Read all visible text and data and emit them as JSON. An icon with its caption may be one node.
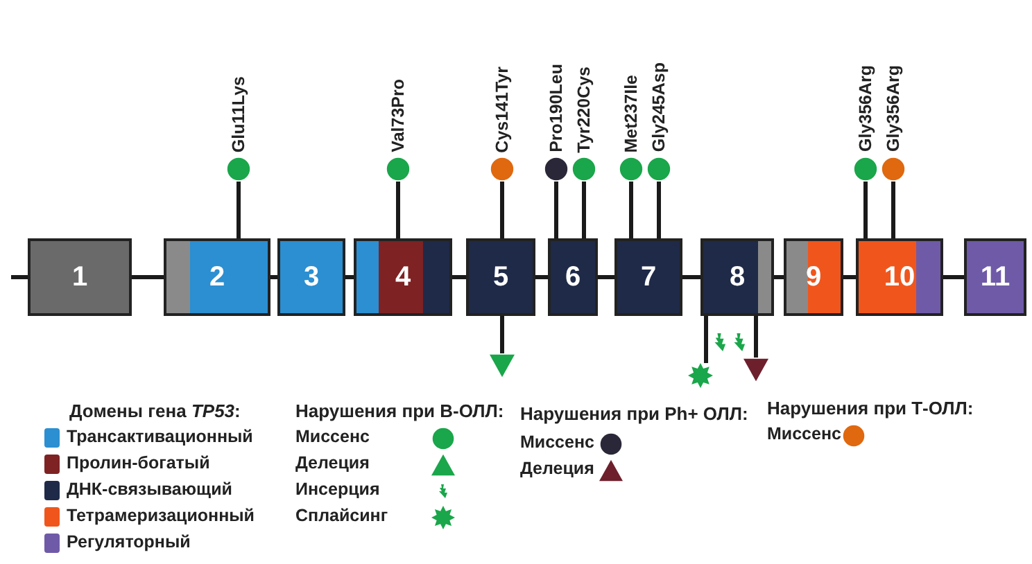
{
  "diagram": {
    "nodes": [
      {
        "text": [
          "1"
        ]
      },
      {
        "text": [
          "2"
        ]
      },
      {
        "text": [
          "3"
        ]
      },
      {
        "text": [
          "4"
        ]
      },
      {
        "text": [
          "5"
        ]
      },
      {
        "text": [
          "6"
        ]
      },
      {
        "text": [
          "7"
        ]
      },
      {
        "text": [
          "8"
        ]
      },
      {
        "text": [
          "9"
        ]
      },
      {
        "text": [
          "10"
        ]
      },
      {
        "text": [
          "11"
        ]
      },
      {
        "text": [
          "Glu11Lys"
        ]
      },
      {
        "text": [
          "Val73Pro"
        ]
      },
      {
        "text": [
          "Cys141Tyr"
        ]
      },
      {
        "text": [
          "Pro190Leu"
        ]
      },
      {
        "text": [
          "Tyr220Cys"
        ]
      },
      {
        "text": [
          "Met237Ile"
        ]
      },
      {
        "text": [
          "Gly245Asp"
        ]
      },
      {
        "text": [
          "Gly356Arg"
        ]
      },
      {
        "text": [
          "Gly356Arg"
        ]
      },
      {
        "text": [],
        "shape": "triangle"
      },
      {
        "text": [],
        "shape": "star"
      },
      {
        "text": [],
        "shape": "lightning"
      },
      {
        "text": [],
        "shape": "lightning"
      },
      {
        "text": [],
        "shape": "triangle"
      }
    ],
    "edges": [
      {
        "from": null,
        "to": 0,
        "arrow": "none"
      },
      {
        "from": 0,
        "to": 1,
        "arrow": "none"
      },
      {
        "from": 1,
        "to": 2,
        "arrow": "none"
      },
      {
        "from": 2,
        "to": 3,
        "arrow": "none"
      },
      {
        "from": 3,
        "to": 4,
        "arrow": "none"
      },
      {
        "from": 4,
        "to": 5,
        "arrow": "none"
      },
      {
        "from": 5,
        "to": 6,
        "arrow": "none"
      },
      {
        "from": 6,
        "to": 7,
        "arrow": "none"
      },
      {
        "from": 7,
        "to": 8,
        "arrow": "none"
      },
      {
        "from": 8,
        "to": 9,
        "arrow": "none"
      },
      {
        "from": 9,
        "to": 10,
        "arrow": "none"
      },
      {
        "from": 11,
        "to": 1,
        "arrow": "none"
      },
      {
        "from": 12,
        "to": 3,
        "arrow": "none"
      },
      {
        "from": 13,
        "to": 4,
        "arrow": "none"
      },
      {
        "from": 14,
        "to": 5,
        "arrow": "none"
      },
      {
        "from": 15,
        "to": 5,
        "arrow": "none"
      },
      {
        "from": 16,
        "to": 6,
        "arrow": "none"
      },
      {
        "from": 17,
        "to": 6,
        "arrow": "none"
      },
      {
        "from": 18,
        "to": 9,
        "arrow": "none"
      },
      {
        "from": 19,
        "to": 9,
        "arrow": "none"
      },
      {
        "from": 4,
        "to": 20,
        "arrow": "none"
      },
      {
        "from": 7,
        "to": 21,
        "arrow": "none"
      },
      {
        "from": 7,
        "to": 24,
        "arrow": "none"
      }
    ],
    "labels": [
      "Домены гена *TP53*:",
      "Нарушения при В-ОЛЛ:",
      "Нарушения при Ph+ ОЛЛ:",
      "Нарушения при Т-ОЛЛ:"
    ],
    "legend": [
      {
        "text": "Трансактивационный",
        "color": "#2b8fd1"
      },
      {
        "text": "Пролин-богатый",
        "color": "#7e2224"
      },
      {
        "text": "ДНК-связывающий",
        "color": "#1f2a48"
      },
      {
        "text": "Тетрамеризационный",
        "color": "#f0561c"
      },
      {
        "text": "Регуляторный",
        "color": "#6f5aa8"
      },
      {
        "text": "Миссенс"
      },
      {
        "text": "Делеция"
      },
      {
        "text": "Инсерция"
      },
      {
        "text": "Сплайсинг"
      },
      {
        "text": "Миссенс"
      },
      {
        "text": "Делеция"
      },
      {
        "text": "Миссенс"
      }
    ]
  }
}
